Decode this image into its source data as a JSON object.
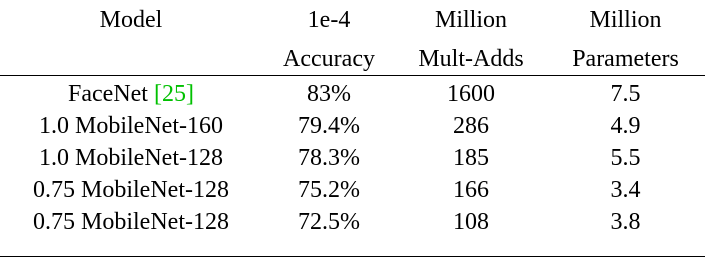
{
  "table": {
    "headers": {
      "model": [
        "Model",
        ""
      ],
      "accuracy": [
        "1e-4",
        "Accuracy"
      ],
      "mult_adds": [
        "Million",
        "Mult-Adds"
      ],
      "parameters": [
        "Million",
        "Parameters"
      ]
    },
    "rows": [
      {
        "model": "FaceNet ",
        "citation": "[25]",
        "accuracy": "83%",
        "mult_adds": "1600",
        "parameters": "7.5"
      },
      {
        "model": "1.0 MobileNet-160",
        "citation": "",
        "accuracy": "79.4%",
        "mult_adds": "286",
        "parameters": "4.9"
      },
      {
        "model": "1.0 MobileNet-128",
        "citation": "",
        "accuracy": "78.3%",
        "mult_adds": "185",
        "parameters": "5.5"
      },
      {
        "model": "0.75 MobileNet-128",
        "citation": "",
        "accuracy": "75.2%",
        "mult_adds": "166",
        "parameters": "3.4"
      },
      {
        "model": "0.75 MobileNet-128",
        "citation": "",
        "accuracy": "72.5%",
        "mult_adds": "108",
        "parameters": "3.8"
      }
    ],
    "colors": {
      "citation": "#00c000",
      "text": "#000000",
      "rule": "#000000"
    }
  }
}
